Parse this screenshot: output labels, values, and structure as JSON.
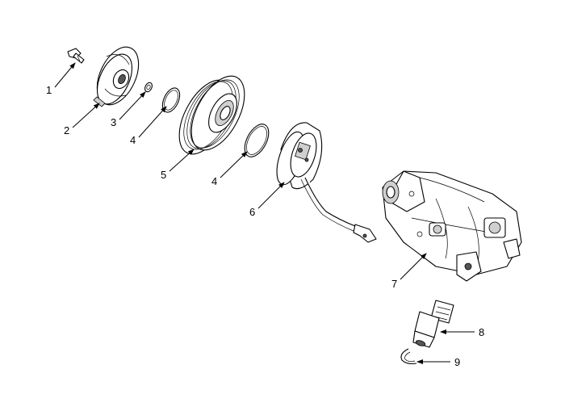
{
  "callouts": [
    {
      "id": "c1",
      "label": "1"
    },
    {
      "id": "c2",
      "label": "2"
    },
    {
      "id": "c3",
      "label": "3"
    },
    {
      "id": "c4a",
      "label": "4"
    },
    {
      "id": "c5",
      "label": "5"
    },
    {
      "id": "c4b",
      "label": "4"
    },
    {
      "id": "c6",
      "label": "6"
    },
    {
      "id": "c7",
      "label": "7"
    },
    {
      "id": "c8",
      "label": "8"
    },
    {
      "id": "c9",
      "label": "9"
    }
  ]
}
